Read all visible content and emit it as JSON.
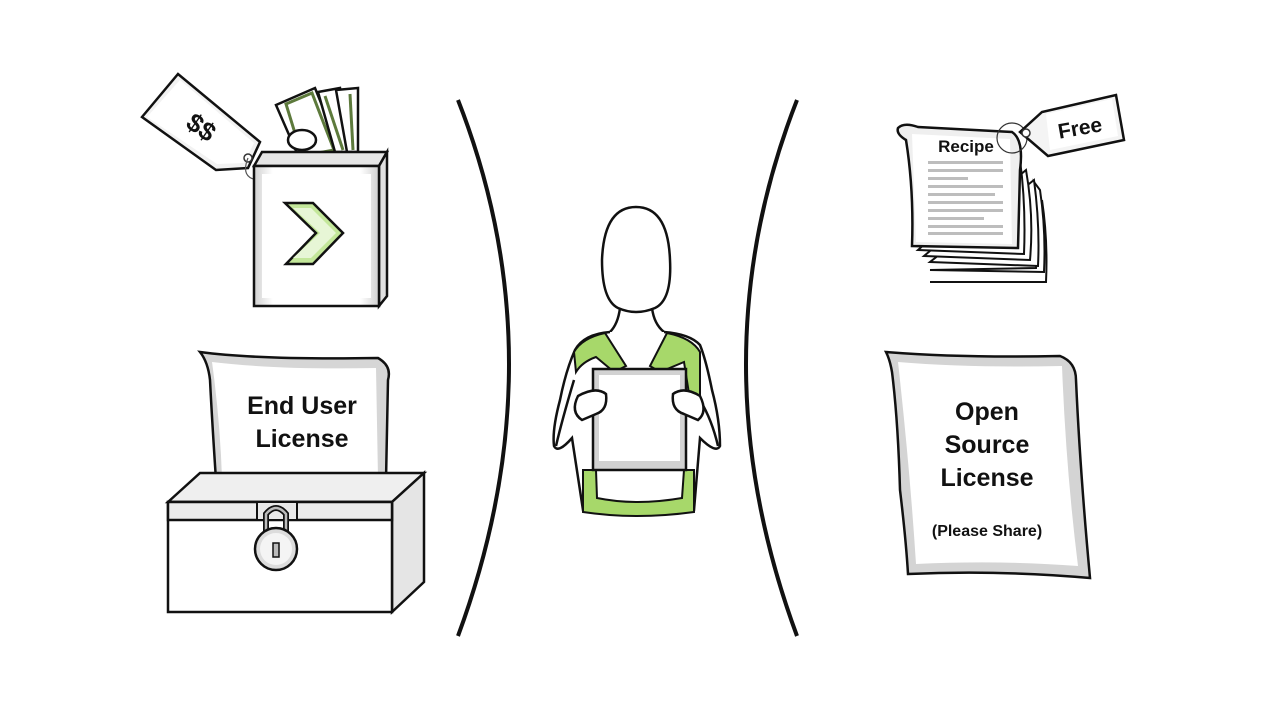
{
  "colors": {
    "accent_green": "#a7d86a",
    "outline": "#111111",
    "paper_shade": "#c9c9c9",
    "paper": "#ffffff"
  },
  "proprietary": {
    "price_tag": "$$",
    "license_paper": {
      "line1": "End User",
      "line2": "License"
    },
    "icons": [
      "price-tag-icon",
      "money-bills-icon",
      "software-box-icon",
      "chevron-logo-icon",
      "treasure-chest-icon",
      "padlock-icon"
    ]
  },
  "center": {
    "figure": "person-holding-document",
    "icons": [
      "person-icon",
      "document-icon"
    ]
  },
  "open_source": {
    "recipe_title": "Recipe",
    "price_tag": "Free",
    "license_paper": {
      "line1": "Open",
      "line2": "Source",
      "line3": "License",
      "note": "(Please Share)"
    },
    "icons": [
      "recipe-stack-icon",
      "price-tag-icon",
      "license-paper-icon"
    ]
  }
}
